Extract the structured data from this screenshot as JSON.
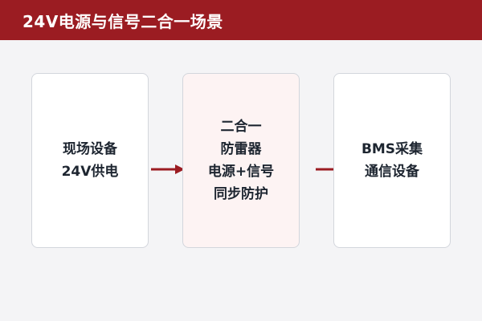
{
  "header": {
    "title": "24V电源与信号二合一场景"
  },
  "colors": {
    "accent": "#9b1c22",
    "card_border": "#d3d6dc",
    "highlight_card_bg": "#fdf3f3",
    "text": "#1d2530"
  },
  "flow": [
    {
      "lines": [
        "现场设备",
        "24V供电"
      ]
    },
    {
      "lines": [
        "二合一",
        "防雷器",
        "电源+信号",
        "同步防护"
      ]
    },
    {
      "lines": [
        "BMS采集",
        "通信设备"
      ]
    }
  ],
  "connectors": [
    {
      "icon": "arrow-right-icon"
    },
    {
      "icon": "arrow-right-icon"
    }
  ]
}
